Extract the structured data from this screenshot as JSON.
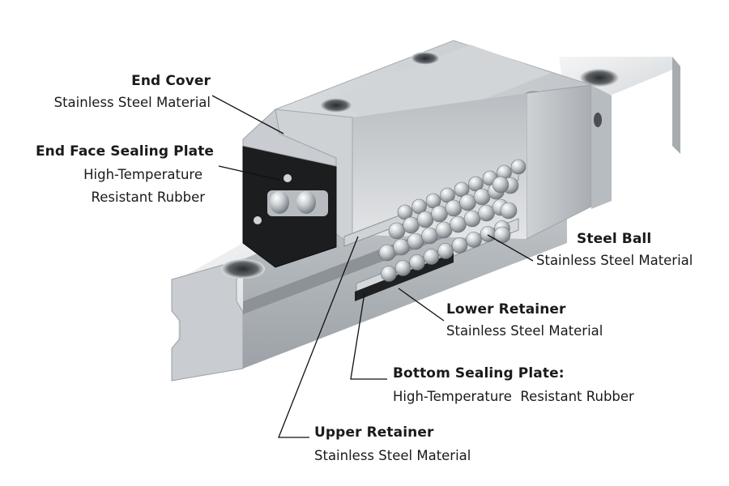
{
  "callouts": {
    "end_cover": {
      "title": "End Cover",
      "material": "Stainless Steel Material"
    },
    "end_face_sealing_plate": {
      "title": "End Face Sealing Plate",
      "material_line1": "High-Temperature",
      "material_line2": "Resistant Rubber"
    },
    "steel_ball": {
      "title": "Steel Ball",
      "material": "Stainless Steel Material"
    },
    "lower_retainer": {
      "title": "Lower Retainer",
      "material": "Stainless Steel Material"
    },
    "bottom_sealing_plate": {
      "title": "Bottom Sealing Plate:",
      "material": "High-Temperature  Resistant Rubber"
    },
    "upper_retainer": {
      "title": "Upper Retainer",
      "material": "Stainless Steel Material"
    }
  },
  "colors": {
    "steel_light": "#e6e8ea",
    "steel_mid": "#c4c8cc",
    "steel_dark": "#8f959b",
    "end_plate": "#1c1d1f",
    "leader_line": "#111111"
  }
}
